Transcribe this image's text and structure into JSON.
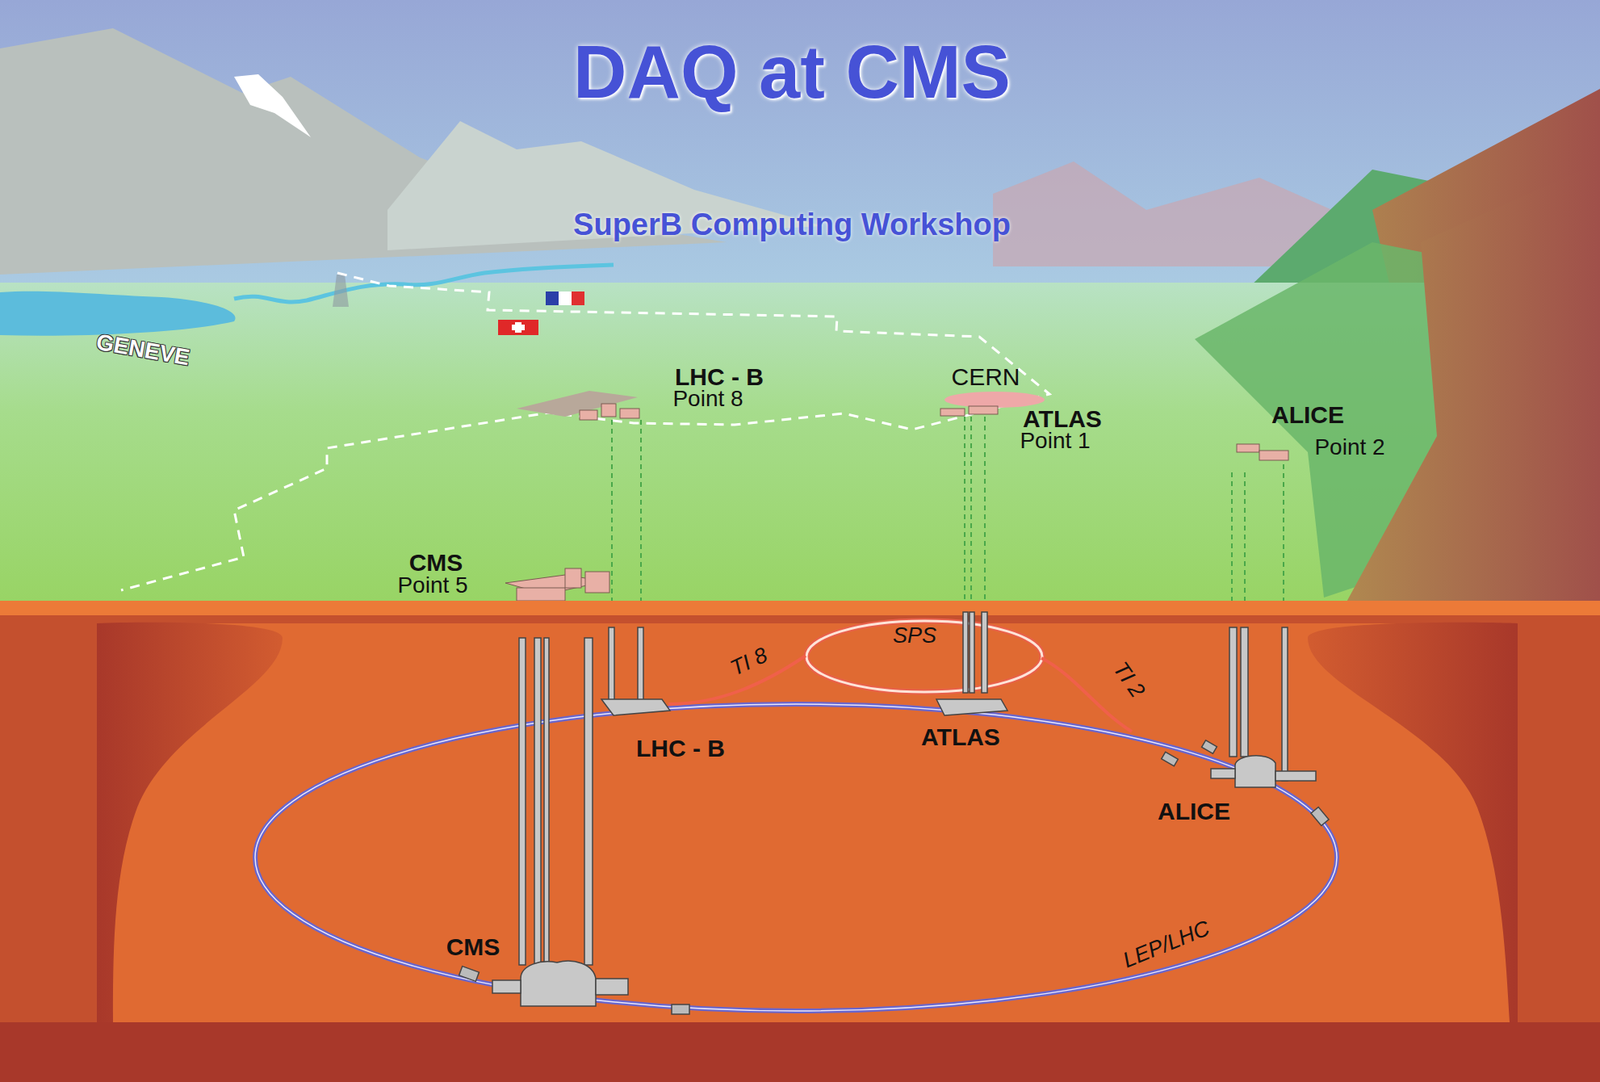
{
  "diagram": {
    "title": "DAQ at CMS",
    "labels": [
      "SuperB Computing Workshop",
      "GENEVE",
      "LHC - B",
      "Point 8",
      "CERN",
      "ATLAS",
      "Point 1",
      "ALICE",
      "Point 2",
      "CMS",
      "Point 5",
      "SPS",
      "TI 8",
      "TI 2",
      "LHC - B",
      "ATLAS",
      "ALICE",
      "CMS",
      "LEP/LHC"
    ]
  }
}
